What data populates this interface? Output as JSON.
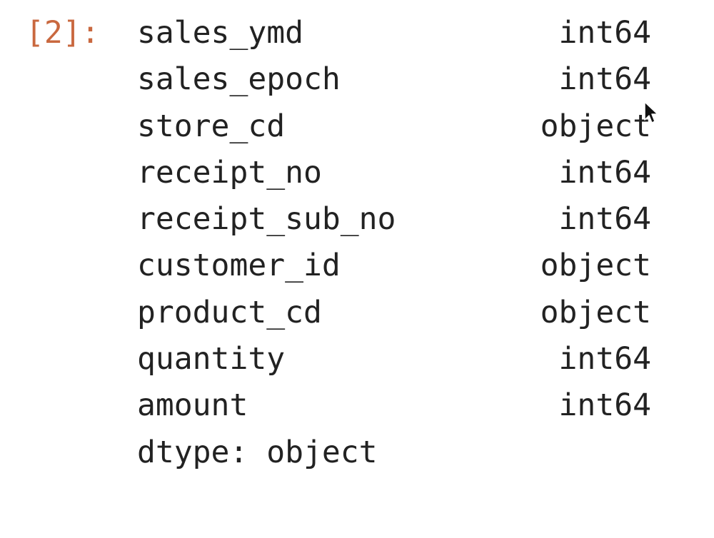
{
  "cell": {
    "prompt": "[2]:",
    "rows": [
      {
        "name": "sales_ymd",
        "dtype": "int64"
      },
      {
        "name": "sales_epoch",
        "dtype": "int64"
      },
      {
        "name": "store_cd",
        "dtype": "object"
      },
      {
        "name": "receipt_no",
        "dtype": "int64"
      },
      {
        "name": "receipt_sub_no",
        "dtype": "int64"
      },
      {
        "name": "customer_id",
        "dtype": "object"
      },
      {
        "name": "product_cd",
        "dtype": "object"
      },
      {
        "name": "quantity",
        "dtype": "int64"
      },
      {
        "name": "amount",
        "dtype": "int64"
      }
    ],
    "footer": "dtype: object"
  },
  "colors": {
    "prompt": "#c9683f",
    "text": "#222222",
    "background": "#ffffff"
  },
  "icons": {
    "cursor": "mouse-pointer-icon"
  }
}
